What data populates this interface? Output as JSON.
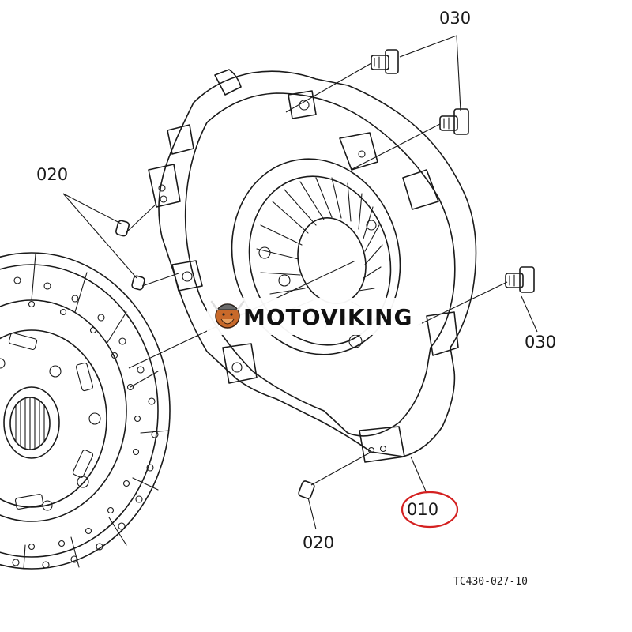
{
  "callouts": {
    "bolt_top": "030",
    "bolt_right": "030",
    "pin_left": "020",
    "pin_bottom": "020",
    "assembly": "010"
  },
  "reference_code": "TC430-027-10",
  "watermark": "MOTOVIKING",
  "colors": {
    "line": "#1a1a1a",
    "highlight_circle": "#d42020",
    "watermark_bg": "#ffffff"
  }
}
